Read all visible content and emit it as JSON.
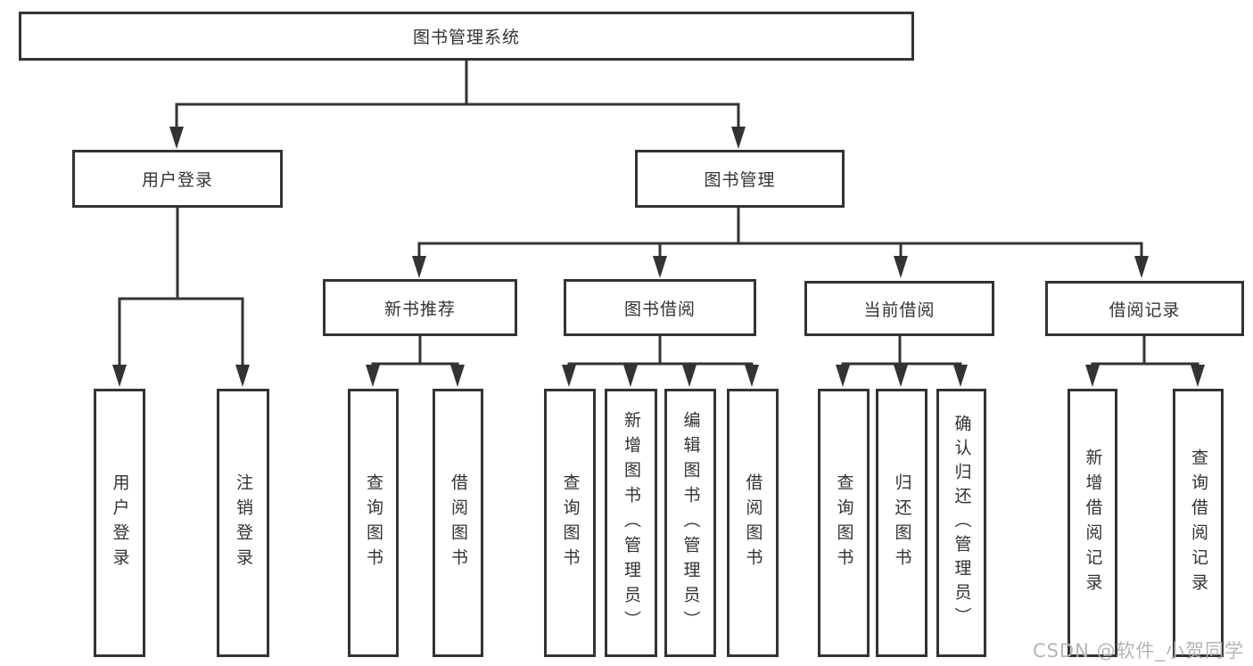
{
  "diagram": {
    "root": "图书管理系统",
    "level2": [
      "用户登录",
      "图书管理"
    ],
    "level3": [
      "新书推荐",
      "图书借阅",
      "当前借阅",
      "借阅记录"
    ],
    "leaves": [
      "用户登录",
      "注销登录",
      "查询图书",
      "借阅图书",
      "查询图书",
      "新增图书（管理员）",
      "编辑图书（管理员）",
      "借阅图书",
      "查询图书",
      "归还图书",
      "确认归还（管理员）",
      "新增借阅记录",
      "查询借阅记录"
    ]
  },
  "watermark": "CSDN @软件_小贺同学",
  "colors": {
    "line": "#333333",
    "box_border": "#333333",
    "text": "#333333",
    "background": "#ffffff",
    "watermark": "#b5b5b5"
  }
}
